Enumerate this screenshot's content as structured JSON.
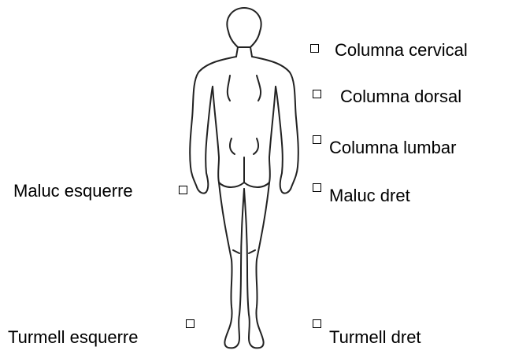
{
  "body_diagram": {
    "checklist": [
      {
        "id": "columna-cervical",
        "label": "Columna cervical",
        "checked": false
      },
      {
        "id": "columna-dorsal",
        "label": "Columna dorsal",
        "checked": false
      },
      {
        "id": "columna-lumbar",
        "label": "Columna lumbar",
        "checked": false
      },
      {
        "id": "maluc-dret",
        "label": "Maluc dret",
        "checked": false
      },
      {
        "id": "maluc-esquerre",
        "label": "Maluc esquerre",
        "checked": false
      },
      {
        "id": "turmell-esquerre",
        "label": "Turmell esquerre",
        "checked": false
      },
      {
        "id": "turmell-dret",
        "label": "Turmell dret",
        "checked": false
      }
    ]
  }
}
